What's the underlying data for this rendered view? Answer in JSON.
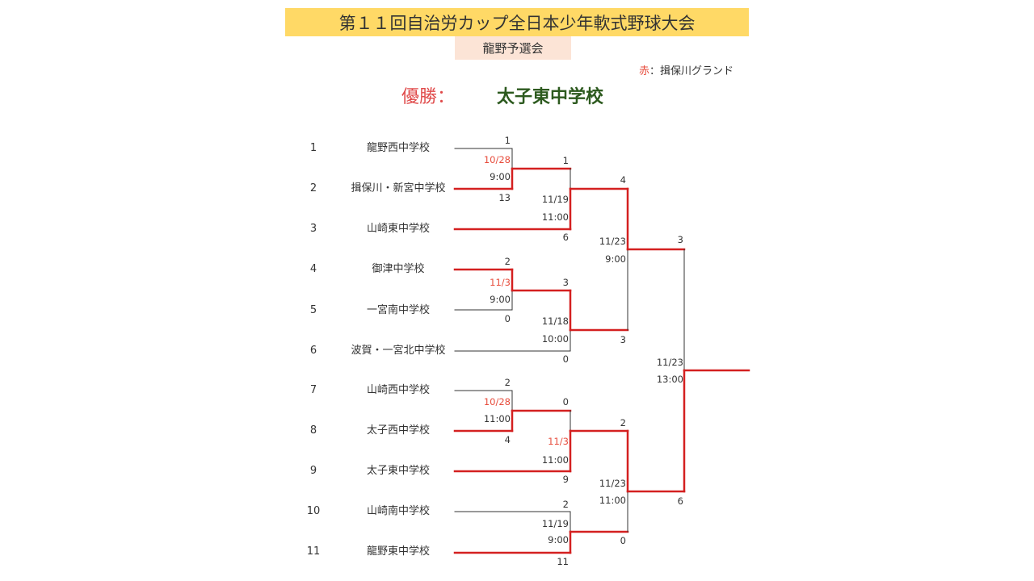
{
  "header": {
    "title": "第１１回自治労カップ全日本少年軟式野球大会",
    "subtitle": "龍野予選会",
    "legend_red": "赤",
    "legend_text": "：揖保川グランド",
    "winner_label": "優勝：",
    "winner_name": "太子東中学校"
  },
  "teams": [
    {
      "seed": "1",
      "name": "龍野西中学校"
    },
    {
      "seed": "2",
      "name": "揖保川・新宮中学校"
    },
    {
      "seed": "3",
      "name": "山崎東中学校"
    },
    {
      "seed": "4",
      "name": "御津中学校"
    },
    {
      "seed": "5",
      "name": "一宮南中学校"
    },
    {
      "seed": "6",
      "name": "波賀・一宮北中学校"
    },
    {
      "seed": "7",
      "name": "山崎西中学校"
    },
    {
      "seed": "8",
      "name": "太子西中学校"
    },
    {
      "seed": "9",
      "name": "太子東中学校"
    },
    {
      "seed": "10",
      "name": "山崎南中学校"
    },
    {
      "seed": "11",
      "name": "龍野東中学校"
    }
  ],
  "matches": {
    "m1": {
      "top_score": "1",
      "date": "10/28",
      "time": "9:00",
      "bottom_score": "13"
    },
    "m2": {
      "top_score": "1",
      "date": "11/19",
      "time": "11:00",
      "bottom_score": "6"
    },
    "m3": {
      "top_score": "2",
      "date": "11/3",
      "time": "9:00",
      "bottom_score": "0"
    },
    "m4": {
      "top_score": "3",
      "date": "11/18",
      "time": "10:00",
      "bottom_score": "0"
    },
    "m5": {
      "top_score": "2",
      "date": "10/28",
      "time": "11:00",
      "bottom_score": "4"
    },
    "m6": {
      "top_score": "0",
      "date": "11/3",
      "time": "11:00",
      "bottom_score": "9"
    },
    "m7": {
      "top_score": "2",
      "date": "11/19",
      "time": "9:00",
      "bottom_score": "11"
    },
    "semi1": {
      "top_score": "4",
      "date": "11/23",
      "time": "9:00",
      "bottom_score": "3"
    },
    "semi2": {
      "top_score": "2",
      "date": "11/23",
      "time": "11:00",
      "bottom_score": "0"
    },
    "final": {
      "top_score": "3",
      "date": "11/23",
      "time": "13:00",
      "bottom_score": "6"
    }
  },
  "colors": {
    "win_line": "#d42020",
    "line": "#333333",
    "at_ibogawa": "#e74c3c"
  }
}
